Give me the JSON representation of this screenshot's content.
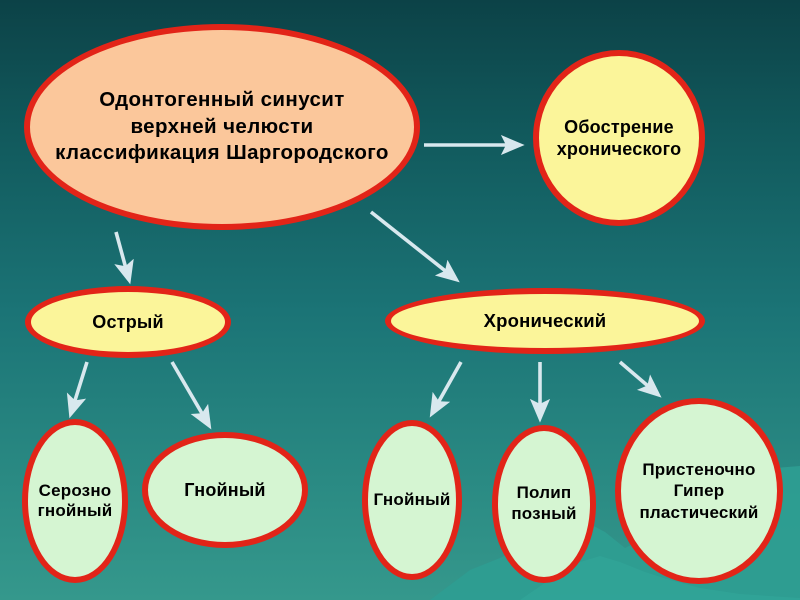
{
  "slide": {
    "title": "Одонтогенный синусит верхней челюсти — классификация Шаргородского",
    "background": {
      "gradient_top": "#0c4247",
      "gradient_bottom": "#35988c",
      "mountain_color": "#2e9d92"
    },
    "palette": {
      "node_border": "#e22418",
      "root_fill": "#fbc79b",
      "level1_fill": "#fbf59a",
      "level2_fill": "#d5f5d2",
      "arrow_color": "#d8e8ee",
      "text_color": "#000000"
    }
  },
  "nodes": {
    "root": {
      "label": "Одонтогенный синусит\nверхней челюсти\nклассификация Шаргородского",
      "fill": "#fbc79b",
      "level": 0
    },
    "exacerbation": {
      "label": "Обострение\nхронического",
      "fill": "#fbf59a",
      "level": 1
    },
    "acute": {
      "label": "Острый",
      "fill": "#fbf59a",
      "level": 1
    },
    "chronic": {
      "label": "Хронический",
      "fill": "#fbf59a",
      "level": 1
    },
    "serous_purulent": {
      "label": "Серозно\nгнойный",
      "fill": "#d5f5d2",
      "level": 2
    },
    "purulent_acute": {
      "label": "Гнойный",
      "fill": "#d5f5d2",
      "level": 2
    },
    "purulent_chronic": {
      "label": "Гнойный",
      "fill": "#d5f5d2",
      "level": 2
    },
    "polypous": {
      "label": "Полип\nпозный",
      "fill": "#d5f5d2",
      "level": 2
    },
    "parietal_hyperplastic": {
      "label": "Пристеночно\nГипер\nпластический",
      "fill": "#d5f5d2",
      "level": 2
    }
  },
  "edges": [
    {
      "from": "root",
      "to": "exacerbation",
      "direction": "right"
    },
    {
      "from": "root",
      "to": "acute",
      "direction": "down-left"
    },
    {
      "from": "root",
      "to": "chronic",
      "direction": "down-right"
    },
    {
      "from": "acute",
      "to": "serous_purulent",
      "direction": "down-left"
    },
    {
      "from": "acute",
      "to": "purulent_acute",
      "direction": "down-right"
    },
    {
      "from": "chronic",
      "to": "purulent_chronic",
      "direction": "down-left"
    },
    {
      "from": "chronic",
      "to": "polypous",
      "direction": "down"
    },
    {
      "from": "chronic",
      "to": "parietal_hyperplastic",
      "direction": "down-right"
    }
  ]
}
